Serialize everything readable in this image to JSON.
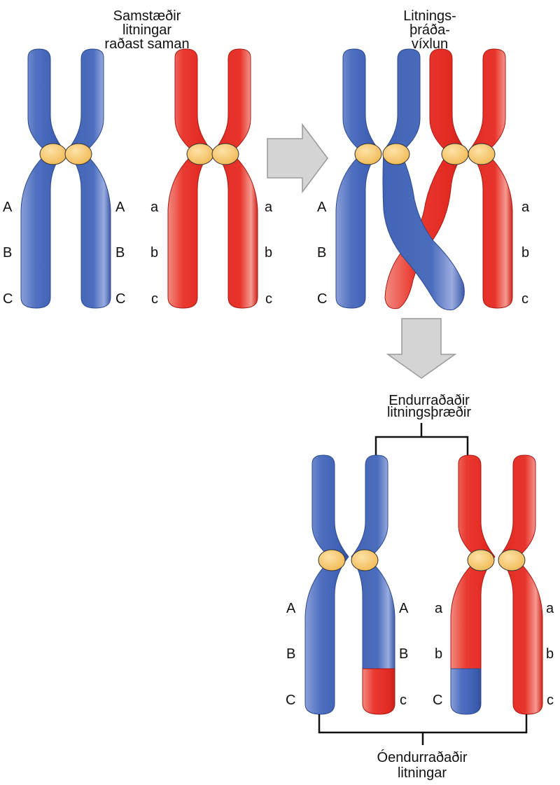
{
  "captions": {
    "homologs_pair": [
      "Samstæðir",
      "litningar",
      "raðast saman"
    ],
    "crossover": [
      "Litnings-",
      "þráða-",
      "víxlun"
    ],
    "recombinant": [
      "Endurraðaðir",
      "litningsþræðir"
    ],
    "nonrecombinant": [
      "Óendurraðaðir",
      "litningar"
    ]
  },
  "loci": {
    "upper": [
      "A",
      "a"
    ],
    "middle": [
      "B",
      "b"
    ],
    "lower": [
      "C",
      "c"
    ]
  },
  "colors": {
    "maternal_blue": "#4a6fbf",
    "paternal_red": "#e8302a",
    "centromere": "#f6c76b",
    "arrow": "#d2d2d2"
  },
  "icons": {
    "process_arrow": "right-arrow-icon",
    "result_arrow": "down-arrow-icon"
  }
}
